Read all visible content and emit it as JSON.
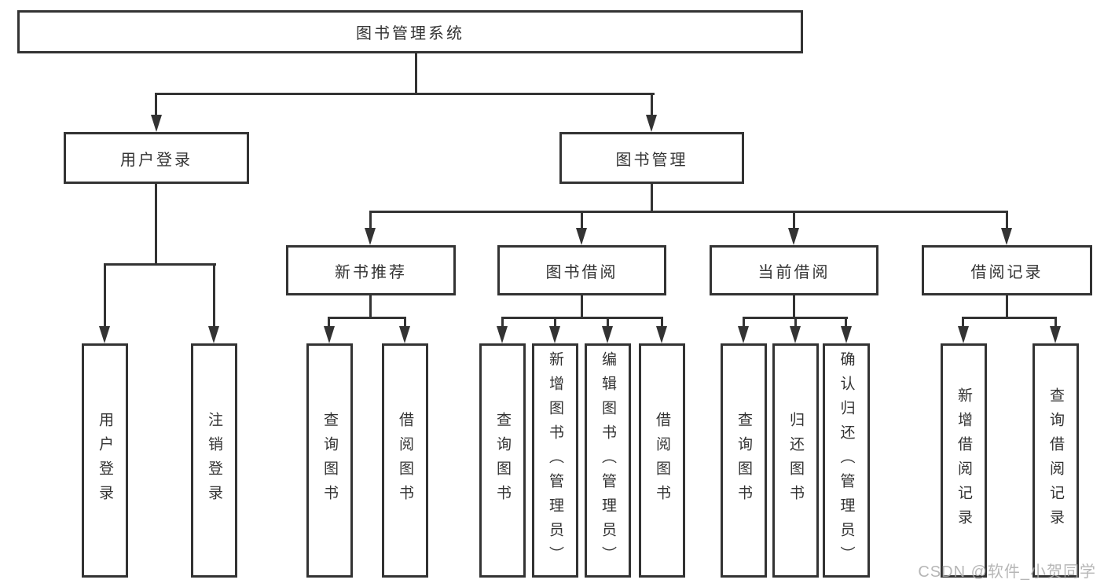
{
  "diagram": {
    "root": "图书管理系统",
    "level2": {
      "userLogin": "用户登录",
      "bookMgmt": "图书管理"
    },
    "level3": {
      "newBooks": "新书推荐",
      "bookBorrow": "图书借阅",
      "currentBorrow": "当前借阅",
      "borrowRecords": "借阅记录"
    },
    "groups": {
      "userLogin": [
        "用户登录",
        "注销登录"
      ],
      "newBooks": [
        "查询图书",
        "借阅图书"
      ],
      "bookBorrow": [
        "查询图书",
        "新增图书（管理员）",
        "编辑图书（管理员）",
        "借阅图书"
      ],
      "currentBorrow": [
        "查询图书",
        "归还图书",
        "确认归还（管理员）"
      ],
      "borrowRecords": [
        "新增借阅记录",
        "查询借阅记录"
      ]
    },
    "watermark": "CSDN @软件_小贺同学",
    "colors": {
      "line": "#333333",
      "text": "#333333",
      "watermark": "#aaaaaa",
      "background": "#ffffff"
    }
  }
}
